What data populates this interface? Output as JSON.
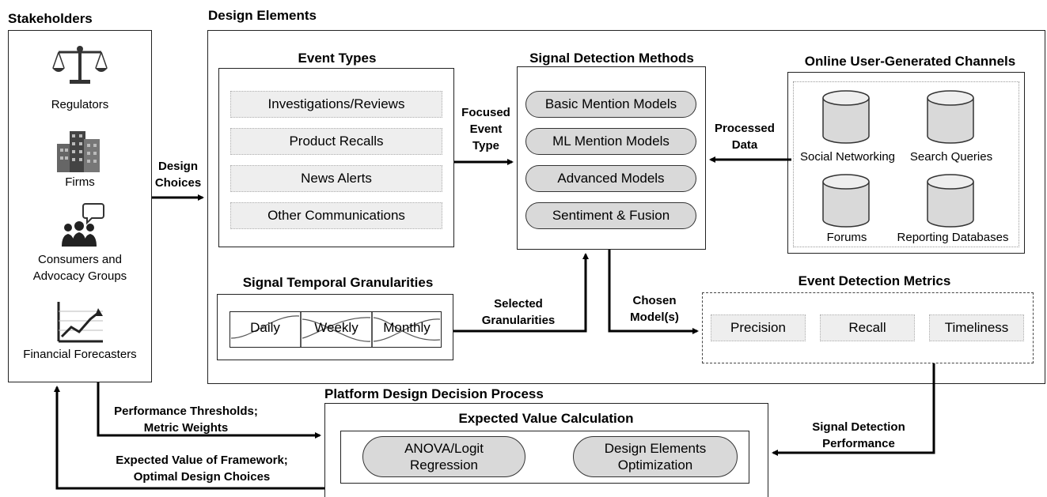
{
  "stakeholders": {
    "title": "Stakeholders",
    "items": [
      {
        "label": "Regulators",
        "icon": "scales-icon"
      },
      {
        "label": "Firms",
        "icon": "buildings-icon"
      },
      {
        "label": "Consumers and Advocacy Groups",
        "line1": "Consumers and",
        "line2": "Advocacy Groups",
        "icon": "people-speech-icon"
      },
      {
        "label": "Financial Forecasters",
        "icon": "rising-chart-icon"
      }
    ]
  },
  "design_elements": {
    "title": "Design Elements",
    "event_types": {
      "title": "Event Types",
      "items": [
        "Investigations/Reviews",
        "Product Recalls",
        "News Alerts",
        "Other Communications"
      ]
    },
    "signal_methods": {
      "title": "Signal Detection Methods",
      "items": [
        "Basic Mention Models",
        "ML Mention Models",
        "Advanced Models",
        "Sentiment & Fusion"
      ]
    },
    "channels": {
      "title": "Online User-Generated Channels",
      "items": [
        "Social Networking",
        "Search Queries",
        "Forums",
        "Reporting Databases"
      ]
    },
    "granularities": {
      "title": "Signal Temporal Granularities",
      "items": [
        "Daily",
        "Weekly",
        "Monthly"
      ]
    },
    "metrics": {
      "title": "Event Detection Metrics",
      "items": [
        "Precision",
        "Recall",
        "Timeliness"
      ]
    }
  },
  "flow_labels": {
    "design_choices": {
      "line1": "Design",
      "line2": "Choices"
    },
    "focused_event_type": {
      "line1": "Focused",
      "line2": "Event",
      "line3": "Type"
    },
    "processed_data": {
      "line1": "Processed",
      "line2": "Data"
    },
    "selected_granularities": {
      "line1": "Selected",
      "line2": "Granularities"
    },
    "chosen_models": {
      "line1": "Chosen",
      "line2": "Model(s)"
    },
    "performance_thresholds": {
      "line1": "Performance Thresholds;",
      "line2": "Metric Weights"
    },
    "expected_value_framework": {
      "line1": "Expected Value of Framework;",
      "line2": "Optimal Design Choices"
    },
    "signal_detection_performance": {
      "line1": "Signal Detection",
      "line2": "Performance"
    }
  },
  "decision_process": {
    "title": "Platform Design Decision Process",
    "calc_title": "Expected Value Calculation",
    "anova": {
      "line1": "ANOVA/Logit",
      "line2": "Regression"
    },
    "optimization": {
      "line1": "Design Elements",
      "line2": "Optimization"
    }
  }
}
